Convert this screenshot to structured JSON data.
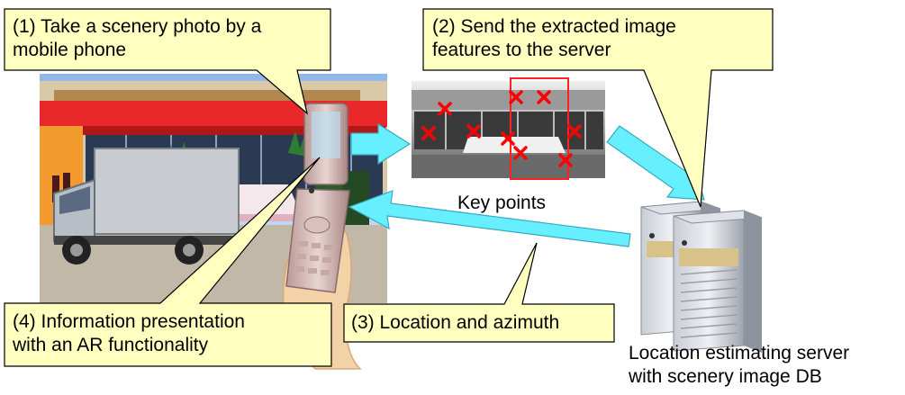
{
  "callouts": {
    "step1": {
      "line1": "(1) Take a scenery photo by a",
      "line2": "mobile phone"
    },
    "step2": {
      "line1": "(2) Send the extracted image",
      "line2": "features to the server"
    },
    "step3": {
      "line1": "(3) Location and azimuth"
    },
    "step4": {
      "line1": "(4) Information presentation",
      "line2": "with an AR functionality"
    }
  },
  "captions": {
    "keypoints": "Key points",
    "server_line1": "Location estimating server",
    "server_line2": "with scenery image DB"
  },
  "colors": {
    "callout_fill": "#ffffc0",
    "arrow_fill": "#66f0ff",
    "keypoint_marker": "#ff0000",
    "awning": "#e8282a"
  },
  "icons": [
    "street-scene",
    "delivery-truck",
    "mobile-phone",
    "hand",
    "server",
    "keypoint-marker"
  ]
}
